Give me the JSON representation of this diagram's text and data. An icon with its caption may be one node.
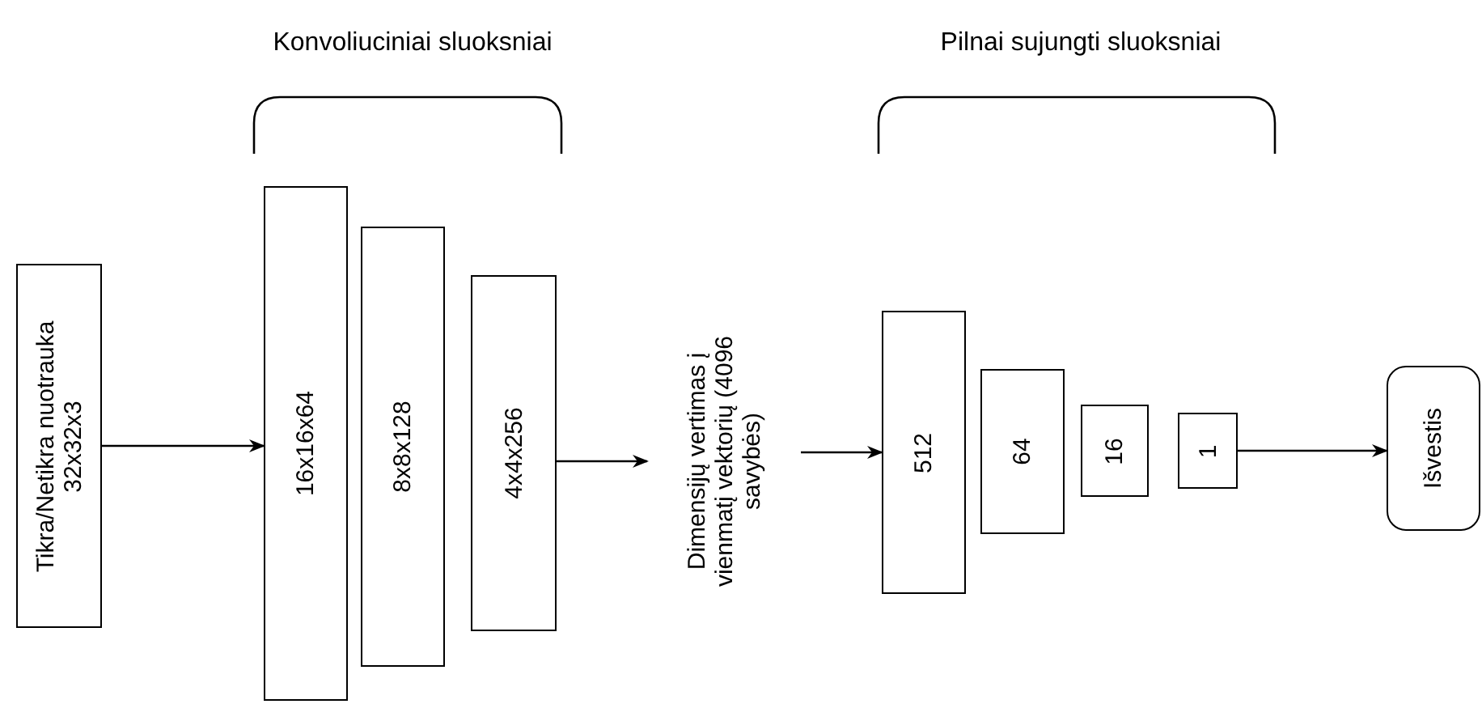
{
  "diagram": {
    "nodes": [
      {
        "text": [
          "Tikra/Netikra nuotrauka 32x32x3"
        ]
      },
      {
        "text": [
          "16x16x64"
        ]
      },
      {
        "text": [
          "8x8x128"
        ]
      },
      {
        "text": [
          "4x4x256"
        ]
      },
      {
        "text": [
          "Dimensijų vertimas į vienmatį vektorių (4096 savybės)"
        ]
      },
      {
        "text": [
          "512"
        ]
      },
      {
        "text": [
          "64"
        ]
      },
      {
        "text": [
          "16"
        ]
      },
      {
        "text": [
          "1"
        ]
      },
      {
        "text": [
          "Išvestis"
        ]
      }
    ],
    "edges": [
      {
        "from": 0,
        "to": 1,
        "arrow": "to"
      },
      {
        "from": 3,
        "to": 4,
        "arrow": "to"
      },
      {
        "from": 4,
        "to": 5,
        "arrow": "to"
      },
      {
        "from": 8,
        "to": 9,
        "arrow": "to"
      }
    ],
    "labels": [
      "Konvoliuciniai sluoksniai",
      "Pilnai sujungti sluoksniai"
    ]
  }
}
